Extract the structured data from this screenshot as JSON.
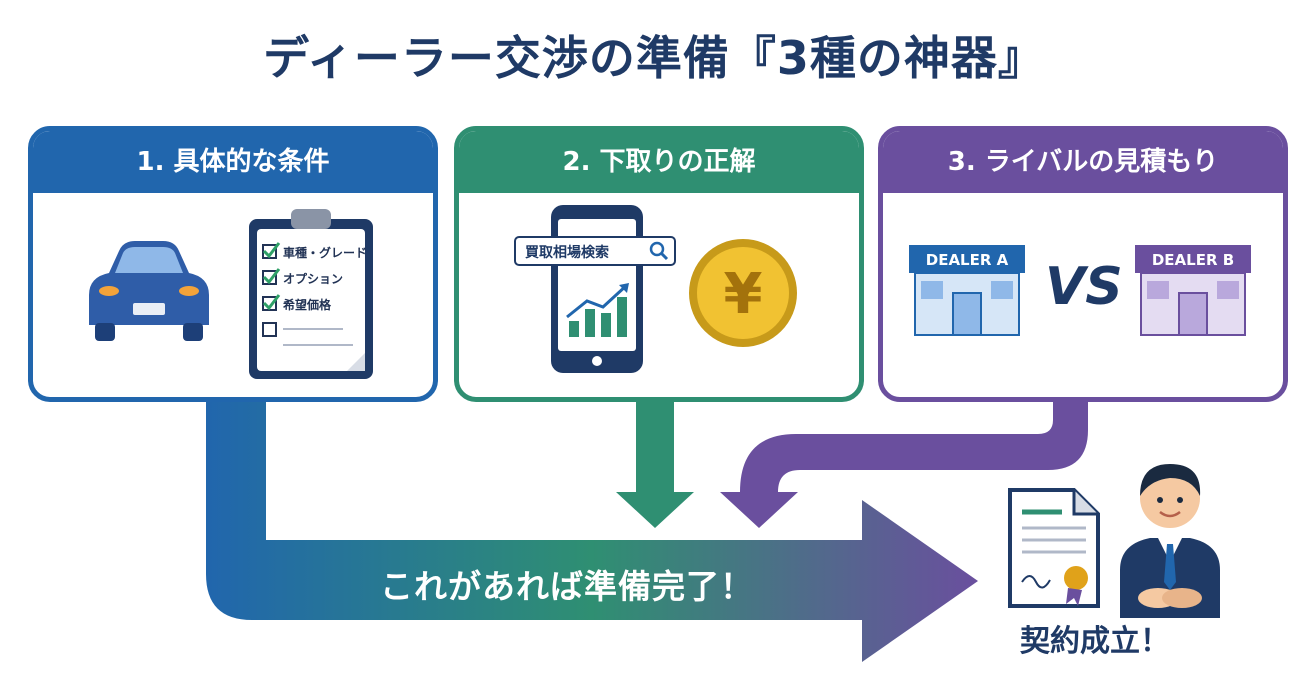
{
  "title": "ディーラー交渉の準備『3種の神器』",
  "steps": [
    {
      "label": "1. 具体的な条件",
      "checklist": [
        "車種・グレード",
        "オプション",
        "希望価格"
      ]
    },
    {
      "label": "2. 下取りの正解",
      "search_text": "買取相場検索",
      "currency_symbol": "¥"
    },
    {
      "label": "3. ライバルの見積もり",
      "dealer_a": "DEALER A",
      "vs": "VS",
      "dealer_b": "DEALER B"
    }
  ],
  "banner": "これがあれば準備完了！",
  "result": "契約成立！",
  "colors": {
    "step1": "#2166ad",
    "step2": "#2f8f72",
    "step3": "#6a4f9e",
    "title": "#1f3a66"
  }
}
